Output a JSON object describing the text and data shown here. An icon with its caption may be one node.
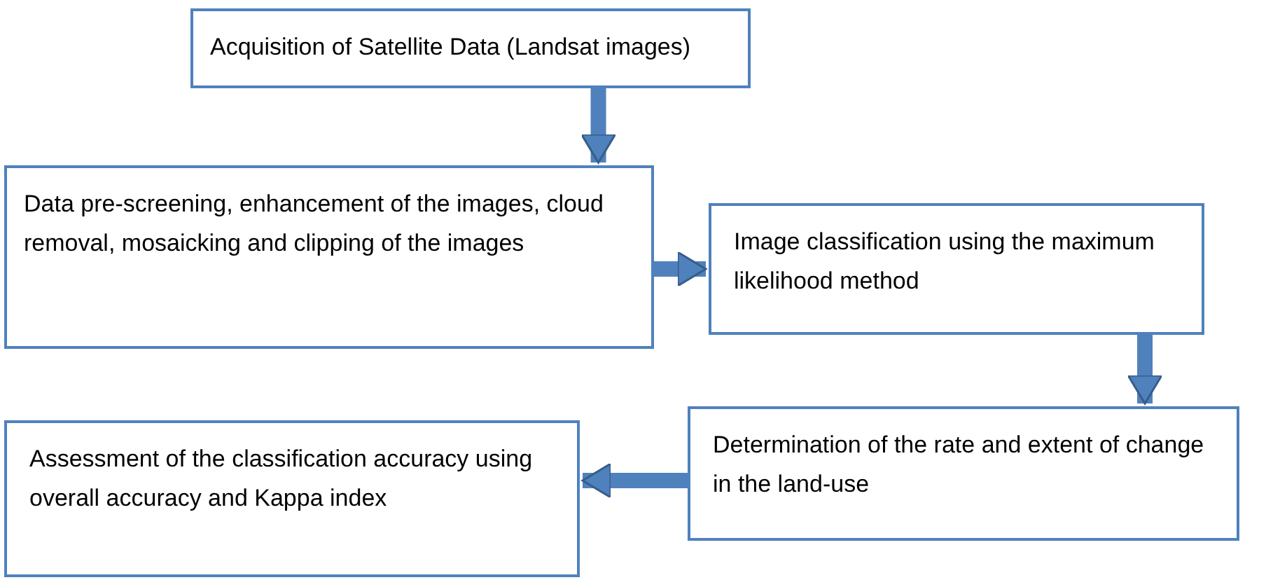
{
  "diagram": {
    "nodes": [
      {
        "text": [
          "Acquisition of Satellite Data (Landsat images)"
        ]
      },
      {
        "text": [
          "Data pre-screening, enhancement of the images, cloud removal, mosaicking and clipping of the images"
        ]
      },
      {
        "text": [
          "Image classification using the maximum likelihood method"
        ]
      },
      {
        "text": [
          "Determination of the rate and extent of change in the land-use"
        ]
      },
      {
        "text": [
          "Assessment of the classification accuracy using overall accuracy and Kappa index"
        ]
      }
    ],
    "edges": [
      {
        "from": 0,
        "to": 1,
        "arrow": "to"
      },
      {
        "from": 1,
        "to": 2,
        "arrow": "to"
      },
      {
        "from": 2,
        "to": 3,
        "arrow": "to"
      },
      {
        "from": 3,
        "to": 4,
        "arrow": "to"
      }
    ]
  }
}
